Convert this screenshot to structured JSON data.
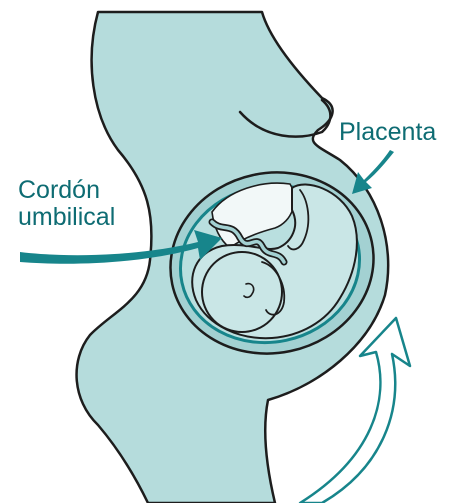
{
  "labels": {
    "placenta": "Placenta",
    "cord_line1": "Cordón",
    "cord_line2": "umbilical"
  },
  "colors": {
    "body_fill": "#b5dcdc",
    "outline": "#1d1d1d",
    "arrow_teal": "#17858b",
    "text": "#0e6c73",
    "uterus_fill": "#a3d1d2",
    "fetus_fill": "#c9e6e6",
    "placenta_fill": "#f2f8f8"
  }
}
